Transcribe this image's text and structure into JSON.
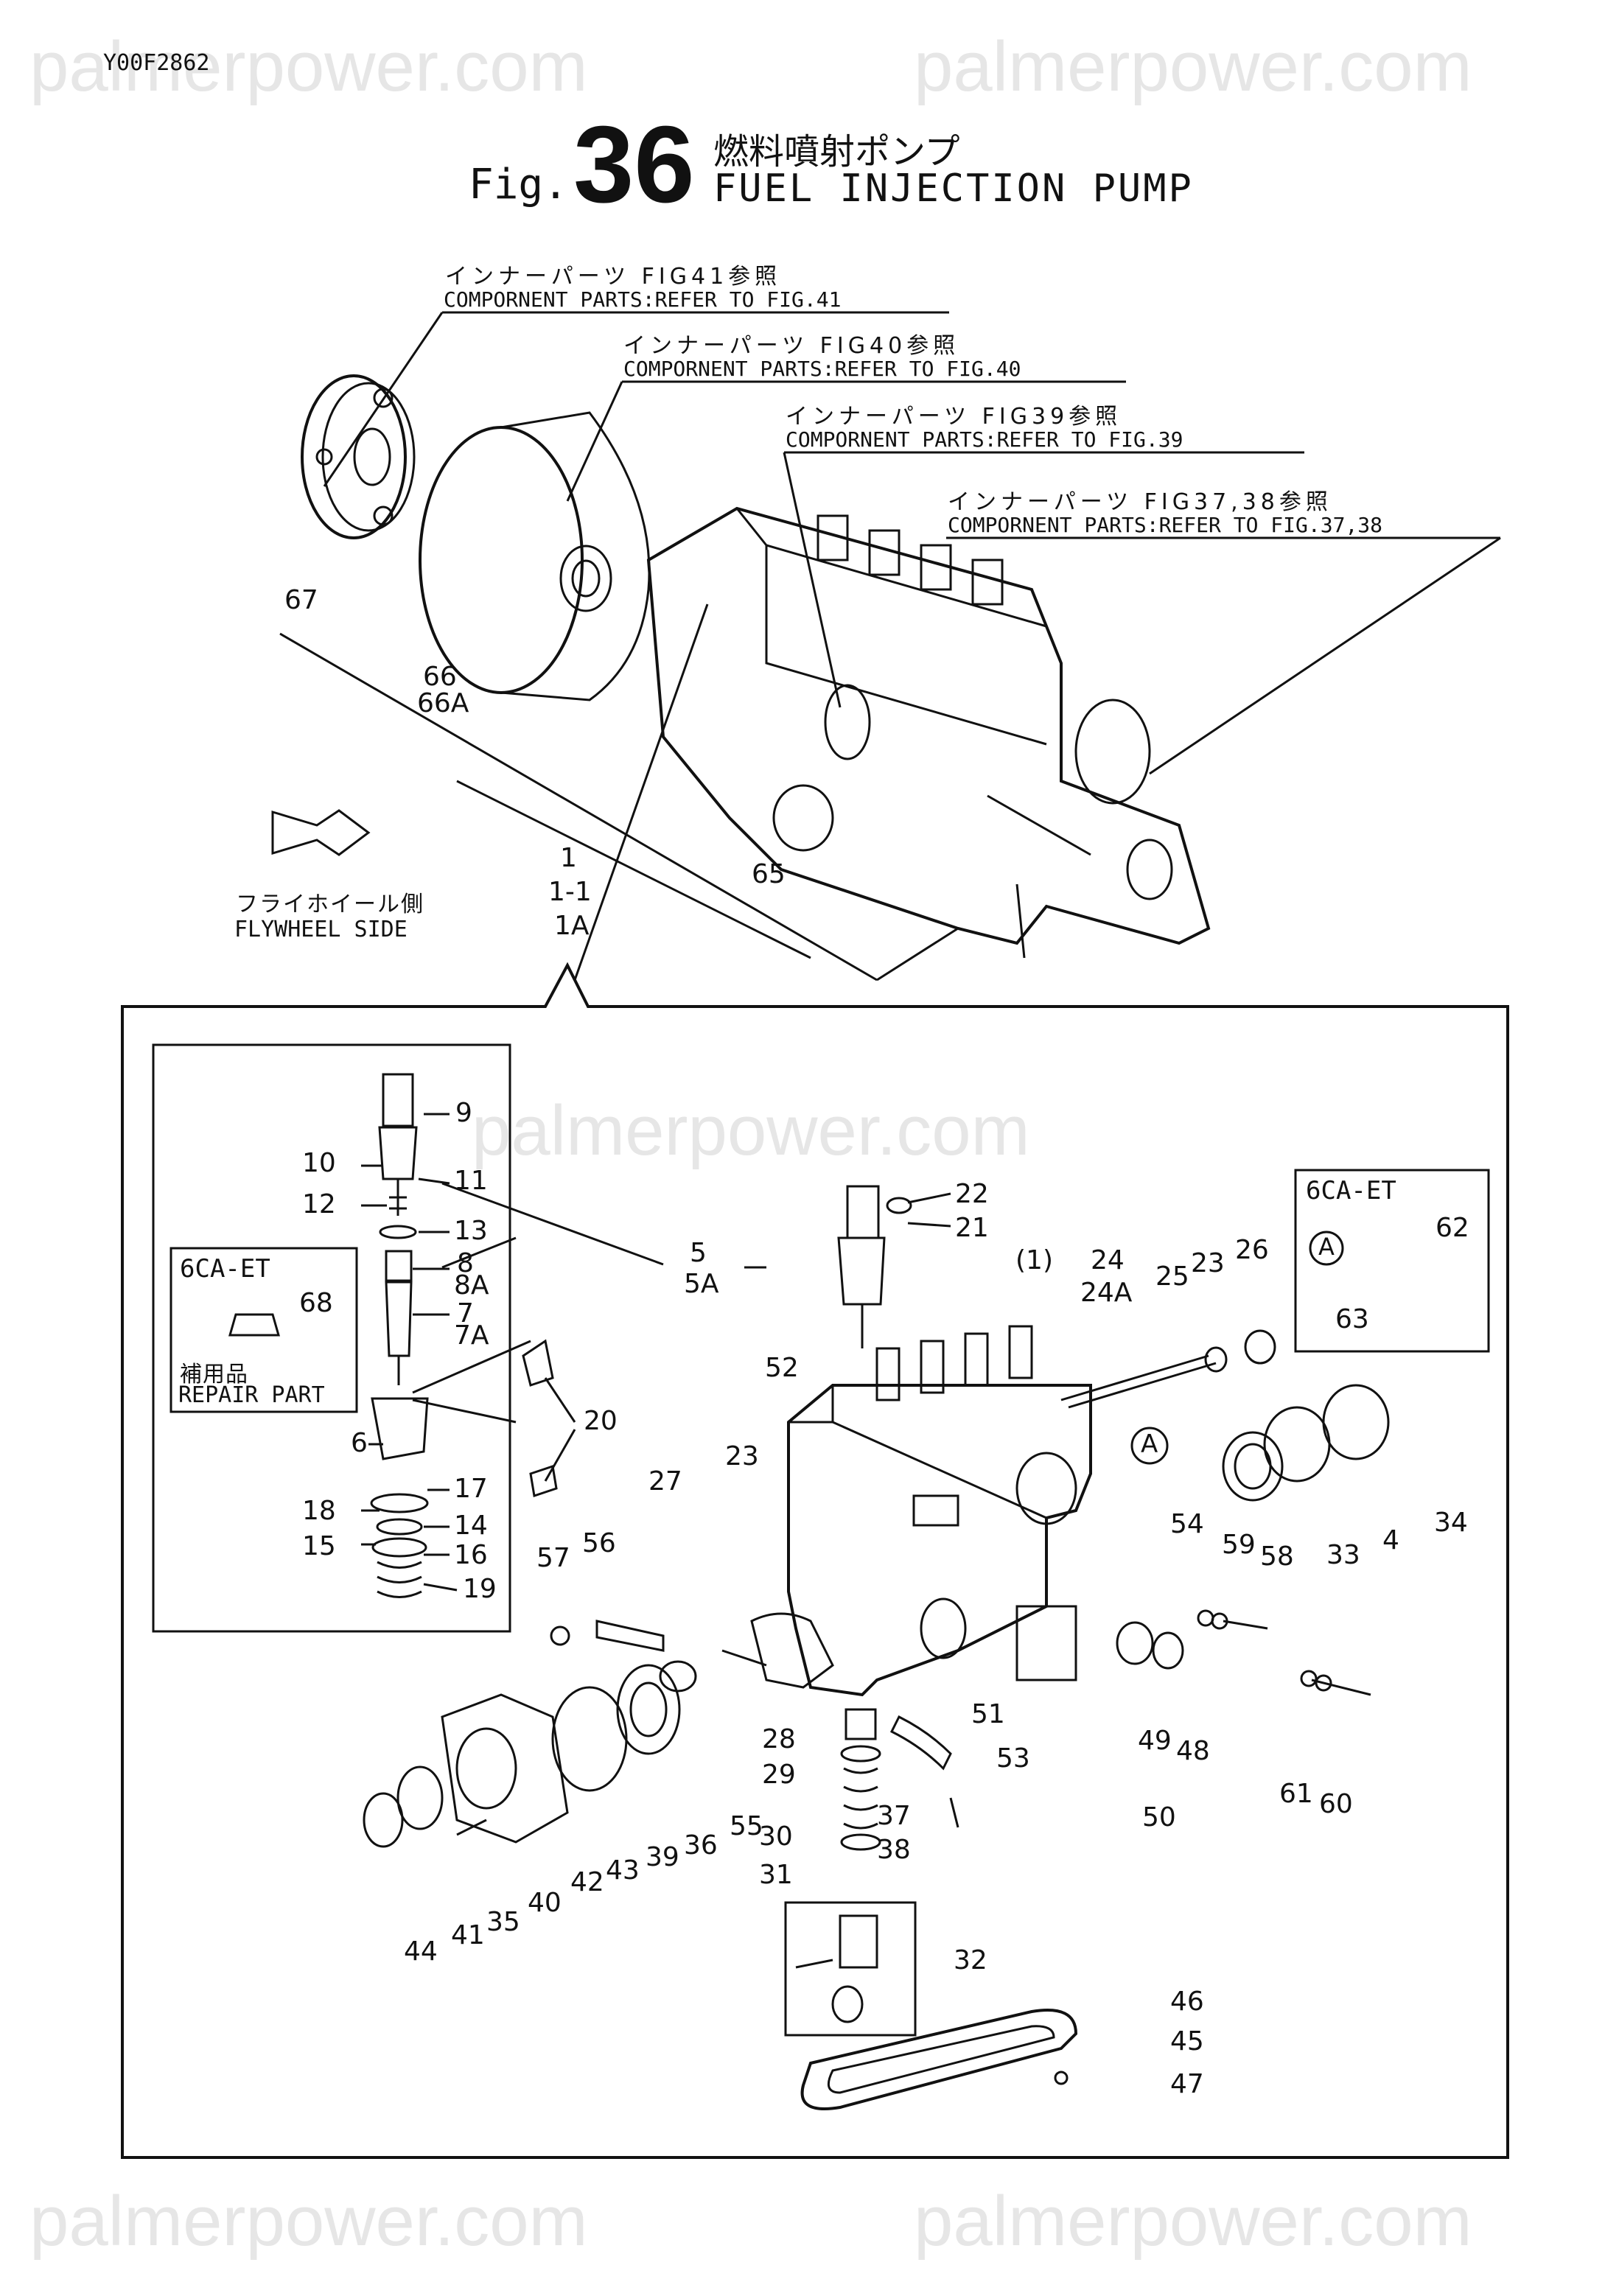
{
  "document_code": "Y00F2862",
  "watermark": "palmerpower.com",
  "figure": {
    "prefix": "Fig.",
    "number": "36",
    "title_jp": "燃料噴射ポンプ",
    "title_en": "FUEL INJECTION PUMP"
  },
  "references": [
    {
      "jp": "インナーパーツ FIG41参照",
      "en": "COMPORNENT PARTS:REFER TO FIG.41"
    },
    {
      "jp": "インナーパーツ FIG40参照",
      "en": "COMPORNENT PARTS:REFER TO FIG.40"
    },
    {
      "jp": "インナーパーツ FIG39参照",
      "en": "COMPORNENT PARTS:REFER TO FIG.39"
    },
    {
      "jp": "インナーパーツ FIG37,38参照",
      "en": "COMPORNENT PARTS:REFER TO FIG.37,38"
    }
  ],
  "flywheel": {
    "jp": "フライホイール側",
    "en": "FLYWHEEL SIDE"
  },
  "insets": {
    "left": {
      "model": "6CA-ET",
      "part": "68",
      "note_jp": "補用品",
      "note_en": "REPAIR PART"
    },
    "right": {
      "model": "6CA-ET",
      "marker": "A"
    }
  },
  "markers": {
    "A1": "A",
    "A2": "A"
  },
  "labels": {
    "p67": "67",
    "p66": "66",
    "p66a": "66A",
    "p65": "65",
    "p1": "1",
    "p1_1": "1-1",
    "p1a": "1A",
    "p9": "9",
    "p10": "10",
    "p11": "11",
    "p12": "12",
    "p13": "13",
    "p8": "8",
    "p8a": "8A",
    "p7": "7",
    "p7a": "7A",
    "p6": "6",
    "p20": "20",
    "p17": "17",
    "p18": "18",
    "p14": "14",
    "p15": "15",
    "p16": "16",
    "p19": "19",
    "p5": "5",
    "p5a": "5A",
    "p22": "22",
    "p21": "21",
    "p1p": "(1)",
    "p24": "24",
    "p24a": "24A",
    "p25": "25",
    "p23a": "23",
    "p26": "26",
    "p62": "62",
    "p63": "63",
    "p52": "52",
    "p27": "27",
    "p23b": "23",
    "p57": "57",
    "p56": "56",
    "p54": "54",
    "p59": "59",
    "p58": "58",
    "p33": "33",
    "p4": "4",
    "p34": "34",
    "p28": "28",
    "p29": "29",
    "p30": "30",
    "p31": "31",
    "p37": "37",
    "p38": "38",
    "p51": "51",
    "p53": "53",
    "p49": "49",
    "p48": "48",
    "p50": "50",
    "p61": "61",
    "p60": "60",
    "p55": "55",
    "p36": "36",
    "p39": "39",
    "p43": "43",
    "p42": "42",
    "p40": "40",
    "p35": "35",
    "p41": "41",
    "p44": "44",
    "p32": "32",
    "p46": "46",
    "p45": "45",
    "p47": "47"
  }
}
